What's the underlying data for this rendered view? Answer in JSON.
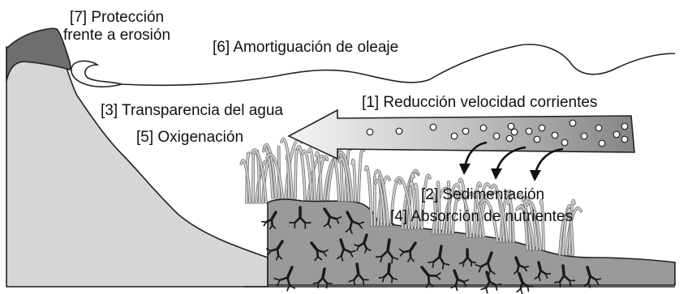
{
  "labels": {
    "erosion_line1": "[7] Protección",
    "erosion_line2": "frente a erosión",
    "wave_damping": "[6] Amortiguación de oleaje",
    "current_reduction": "[1] Reducción velocidad corrientes",
    "water_transparency": "[3] Transparencia del agua",
    "oxygenation": "[5] Oxigenación",
    "sedimentation": "[2] Sedimentación",
    "nutrient_absorption": "[4] Absorción de nutrientes"
  },
  "colors": {
    "cliff": "#6e6e6e",
    "slope": "#d6d6d6",
    "mat": "#9a9a9a",
    "roots": "#1a1a1a",
    "leaves": "#c4c4c4",
    "outline": "#222222"
  }
}
